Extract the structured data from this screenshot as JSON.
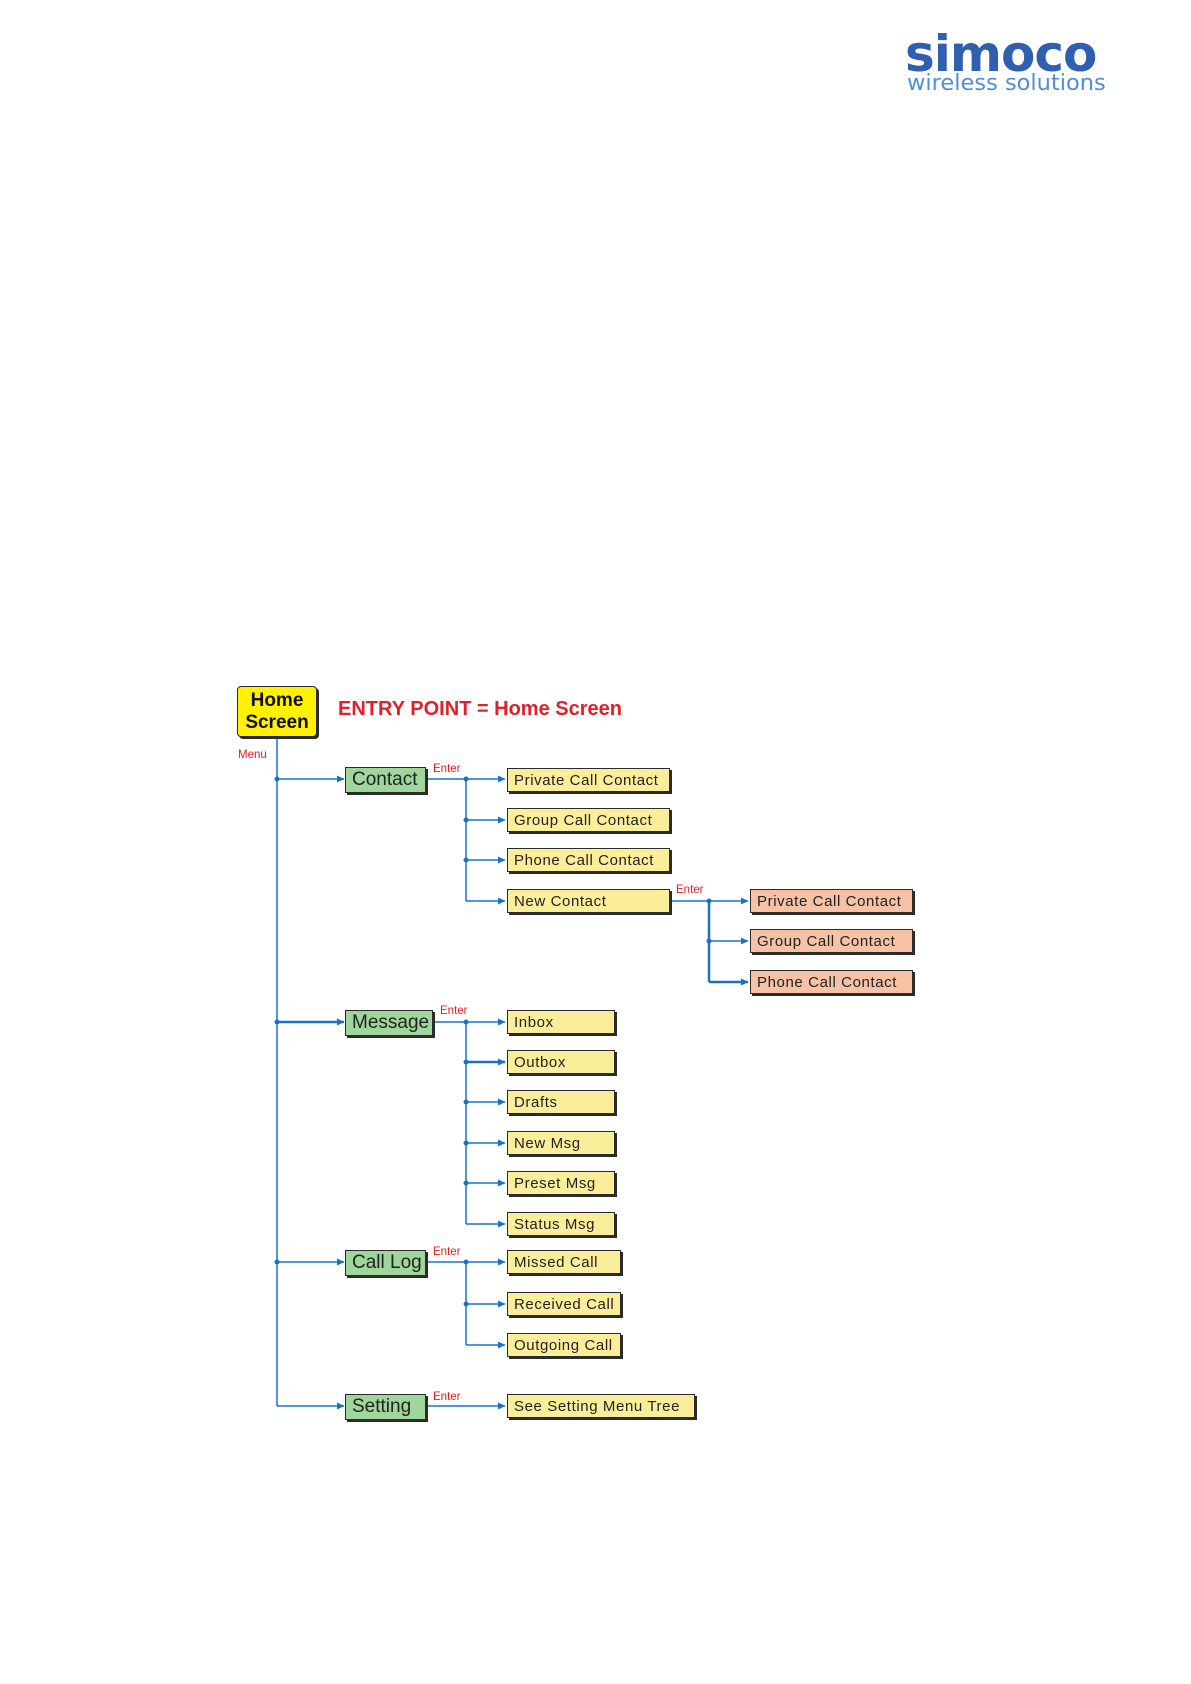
{
  "brand": {
    "name": "simoco",
    "tagline": "wireless solutions",
    "primary_color": "#2f5fae",
    "secondary_color": "#4f8fd6"
  },
  "diagram": {
    "root": {
      "line1": "Home",
      "line2": "Screen",
      "color": "#fff100"
    },
    "entry_point": "ENTRY POINT = Home Screen",
    "menu_label": "Menu",
    "enter_label": "Enter",
    "connector_color": "#1a73c2",
    "menus": [
      {
        "label": "Contact",
        "items": [
          "Private Call Contact",
          "Group Call Contact",
          "Phone Call Contact",
          "New Contact"
        ],
        "new_contact_items": [
          "Private Call Contact",
          "Group Call Contact",
          "Phone Call Contact"
        ]
      },
      {
        "label": "Message",
        "items": [
          "Inbox",
          "Outbox",
          "Drafts",
          "New Msg",
          "Preset Msg",
          "Status Msg"
        ]
      },
      {
        "label": "Call Log",
        "items": [
          "Missed Call",
          "Received Call",
          "Outgoing Call"
        ]
      },
      {
        "label": "Setting",
        "items": [
          "See Setting Menu Tree"
        ]
      }
    ]
  }
}
